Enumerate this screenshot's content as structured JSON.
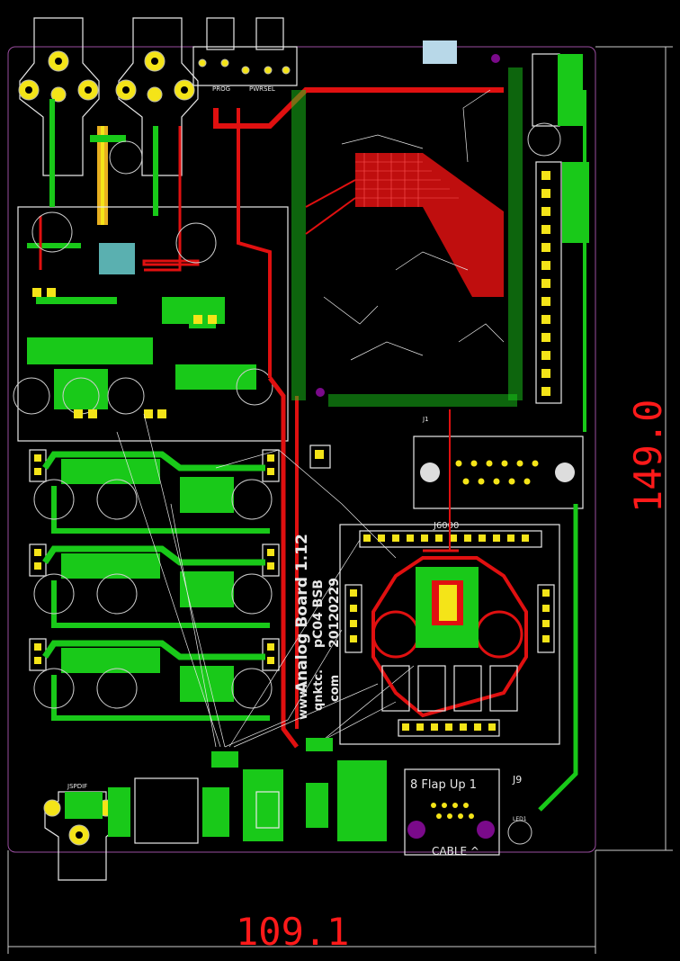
{
  "board": {
    "dimension_width": "109.1",
    "dimension_height": "149.0",
    "title_line1": "Analog Board 1.12",
    "title_line2": "pC04 BSB",
    "title_line3": "20120229",
    "url_line1": "www.",
    "url_line2": "qnktc.",
    "url_line3": "com",
    "connector_label": "J6000",
    "flap_label": "8 Flap Up 1",
    "cable_label": "CABLE ^",
    "j9_label": "J9",
    "spdif_label": "JSPDIF",
    "led_label": "LED1",
    "prog_label": "PROG",
    "pwrsel_label": "PWRSEL",
    "j1_label": "J1"
  },
  "colors": {
    "background": "#000000",
    "top_copper": "#19c919",
    "bottom_copper": "#e01010",
    "pads": "#f4e418",
    "silkscreen": "#e8e8e8",
    "dimension": "#ff1a1a",
    "via_purple": "#7a0a8a"
  }
}
